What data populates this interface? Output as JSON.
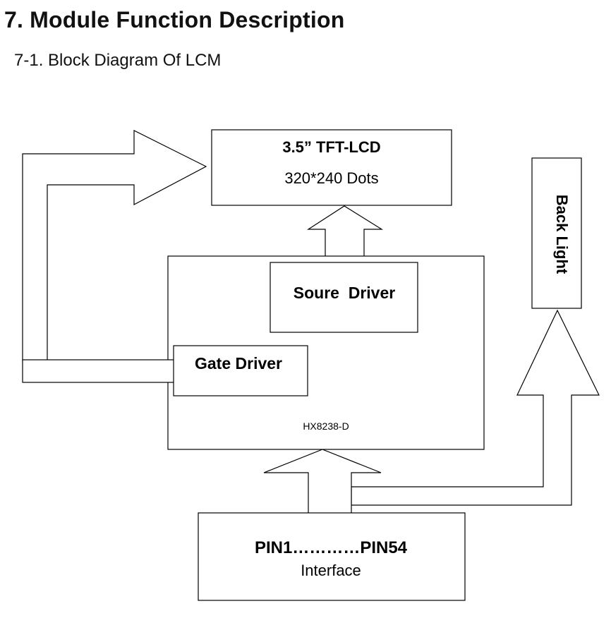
{
  "header": {
    "section_title": "7. Module Function Description",
    "sub_title": "7-1. Block Diagram Of LCM"
  },
  "diagram": {
    "lcd": {
      "title": "3.5” TFT-LCD",
      "resolution": "320*240 Dots"
    },
    "source_driver": "Soure  Driver",
    "gate_driver": "Gate Driver",
    "controller": "HX8238-D",
    "back_light": "Back Light",
    "interface": {
      "pins": "PIN1…………PIN54",
      "label": "Interface"
    }
  }
}
